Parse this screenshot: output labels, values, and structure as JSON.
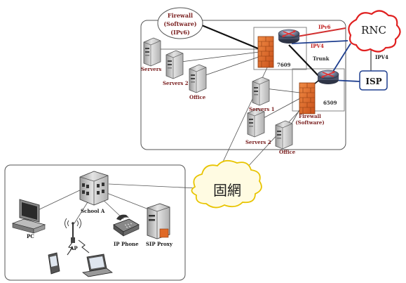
{
  "firewall_top": {
    "line1": "Firewall",
    "line2": "(Software)",
    "line3": "(IPv6)"
  },
  "rnc": "RNC",
  "isp": "ISP",
  "link_ipv6": "IPv6",
  "link_ipv4_red": "IPV4",
  "link_ipv4_rnc_isp": "IPV4",
  "trunk": "Trunk",
  "router_7609": "7609",
  "router_6509": "6509",
  "servers_top": "Servers",
  "servers2_top": "Servers 2",
  "office_top": "Office",
  "servers1_mid": "Servers 1",
  "firewall_mid": {
    "line1": "Firewall",
    "line2": "(Software)"
  },
  "servers2_mid": "Servers 2",
  "office_mid": "Office",
  "backbone_cloud": "固網",
  "school": "School A",
  "pc": "PC",
  "ap": "AP",
  "ip_phone": "IP Phone",
  "sip_proxy": "SIP Proxy",
  "colors": {
    "rnc_cloud": "#e02020",
    "ipv6_link": "#d23030",
    "ipv4_link": "#1f3f8f",
    "backbone_cloud": "#e8c400",
    "firewall": "#e06a28"
  }
}
